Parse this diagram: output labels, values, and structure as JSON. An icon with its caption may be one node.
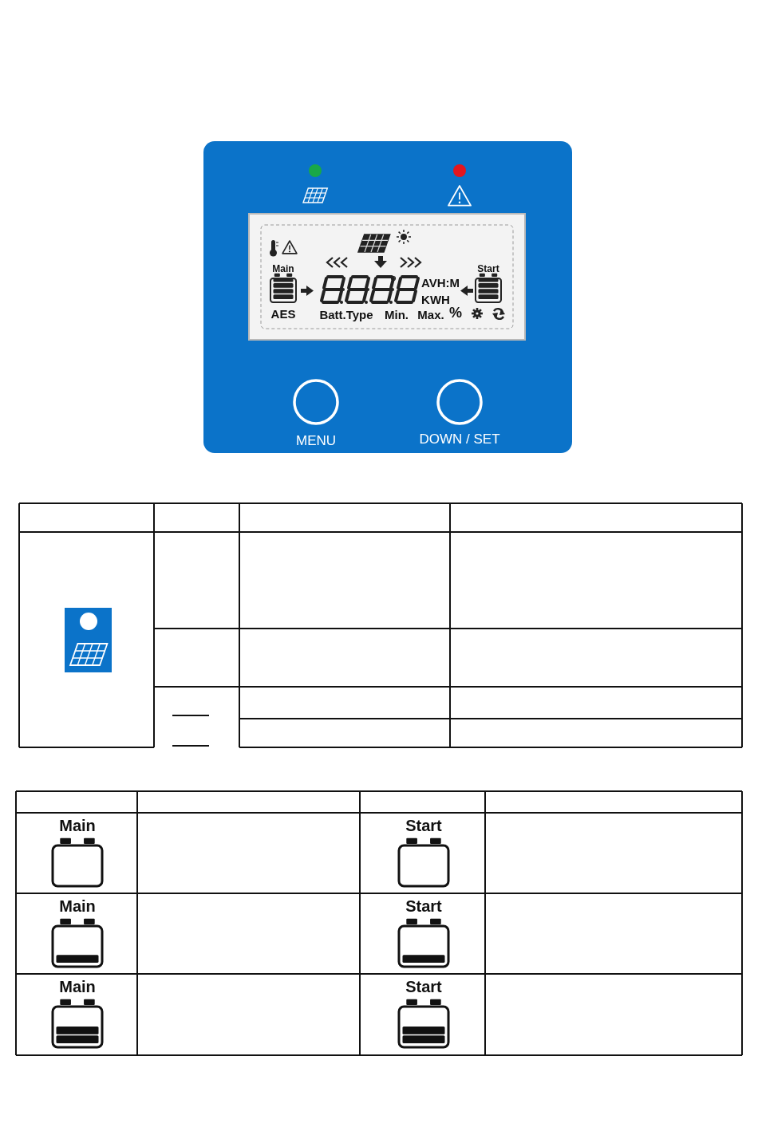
{
  "diagram": {
    "labels": [
      "Main",
      "Start",
      "AVH:M",
      "KWH",
      "AES",
      "Batt.Type",
      "Min.",
      "Max.",
      "%",
      "MENU",
      "DOWN / SET",
      "Main",
      "Start",
      "Main",
      "Start",
      "Main",
      "Start"
    ]
  }
}
